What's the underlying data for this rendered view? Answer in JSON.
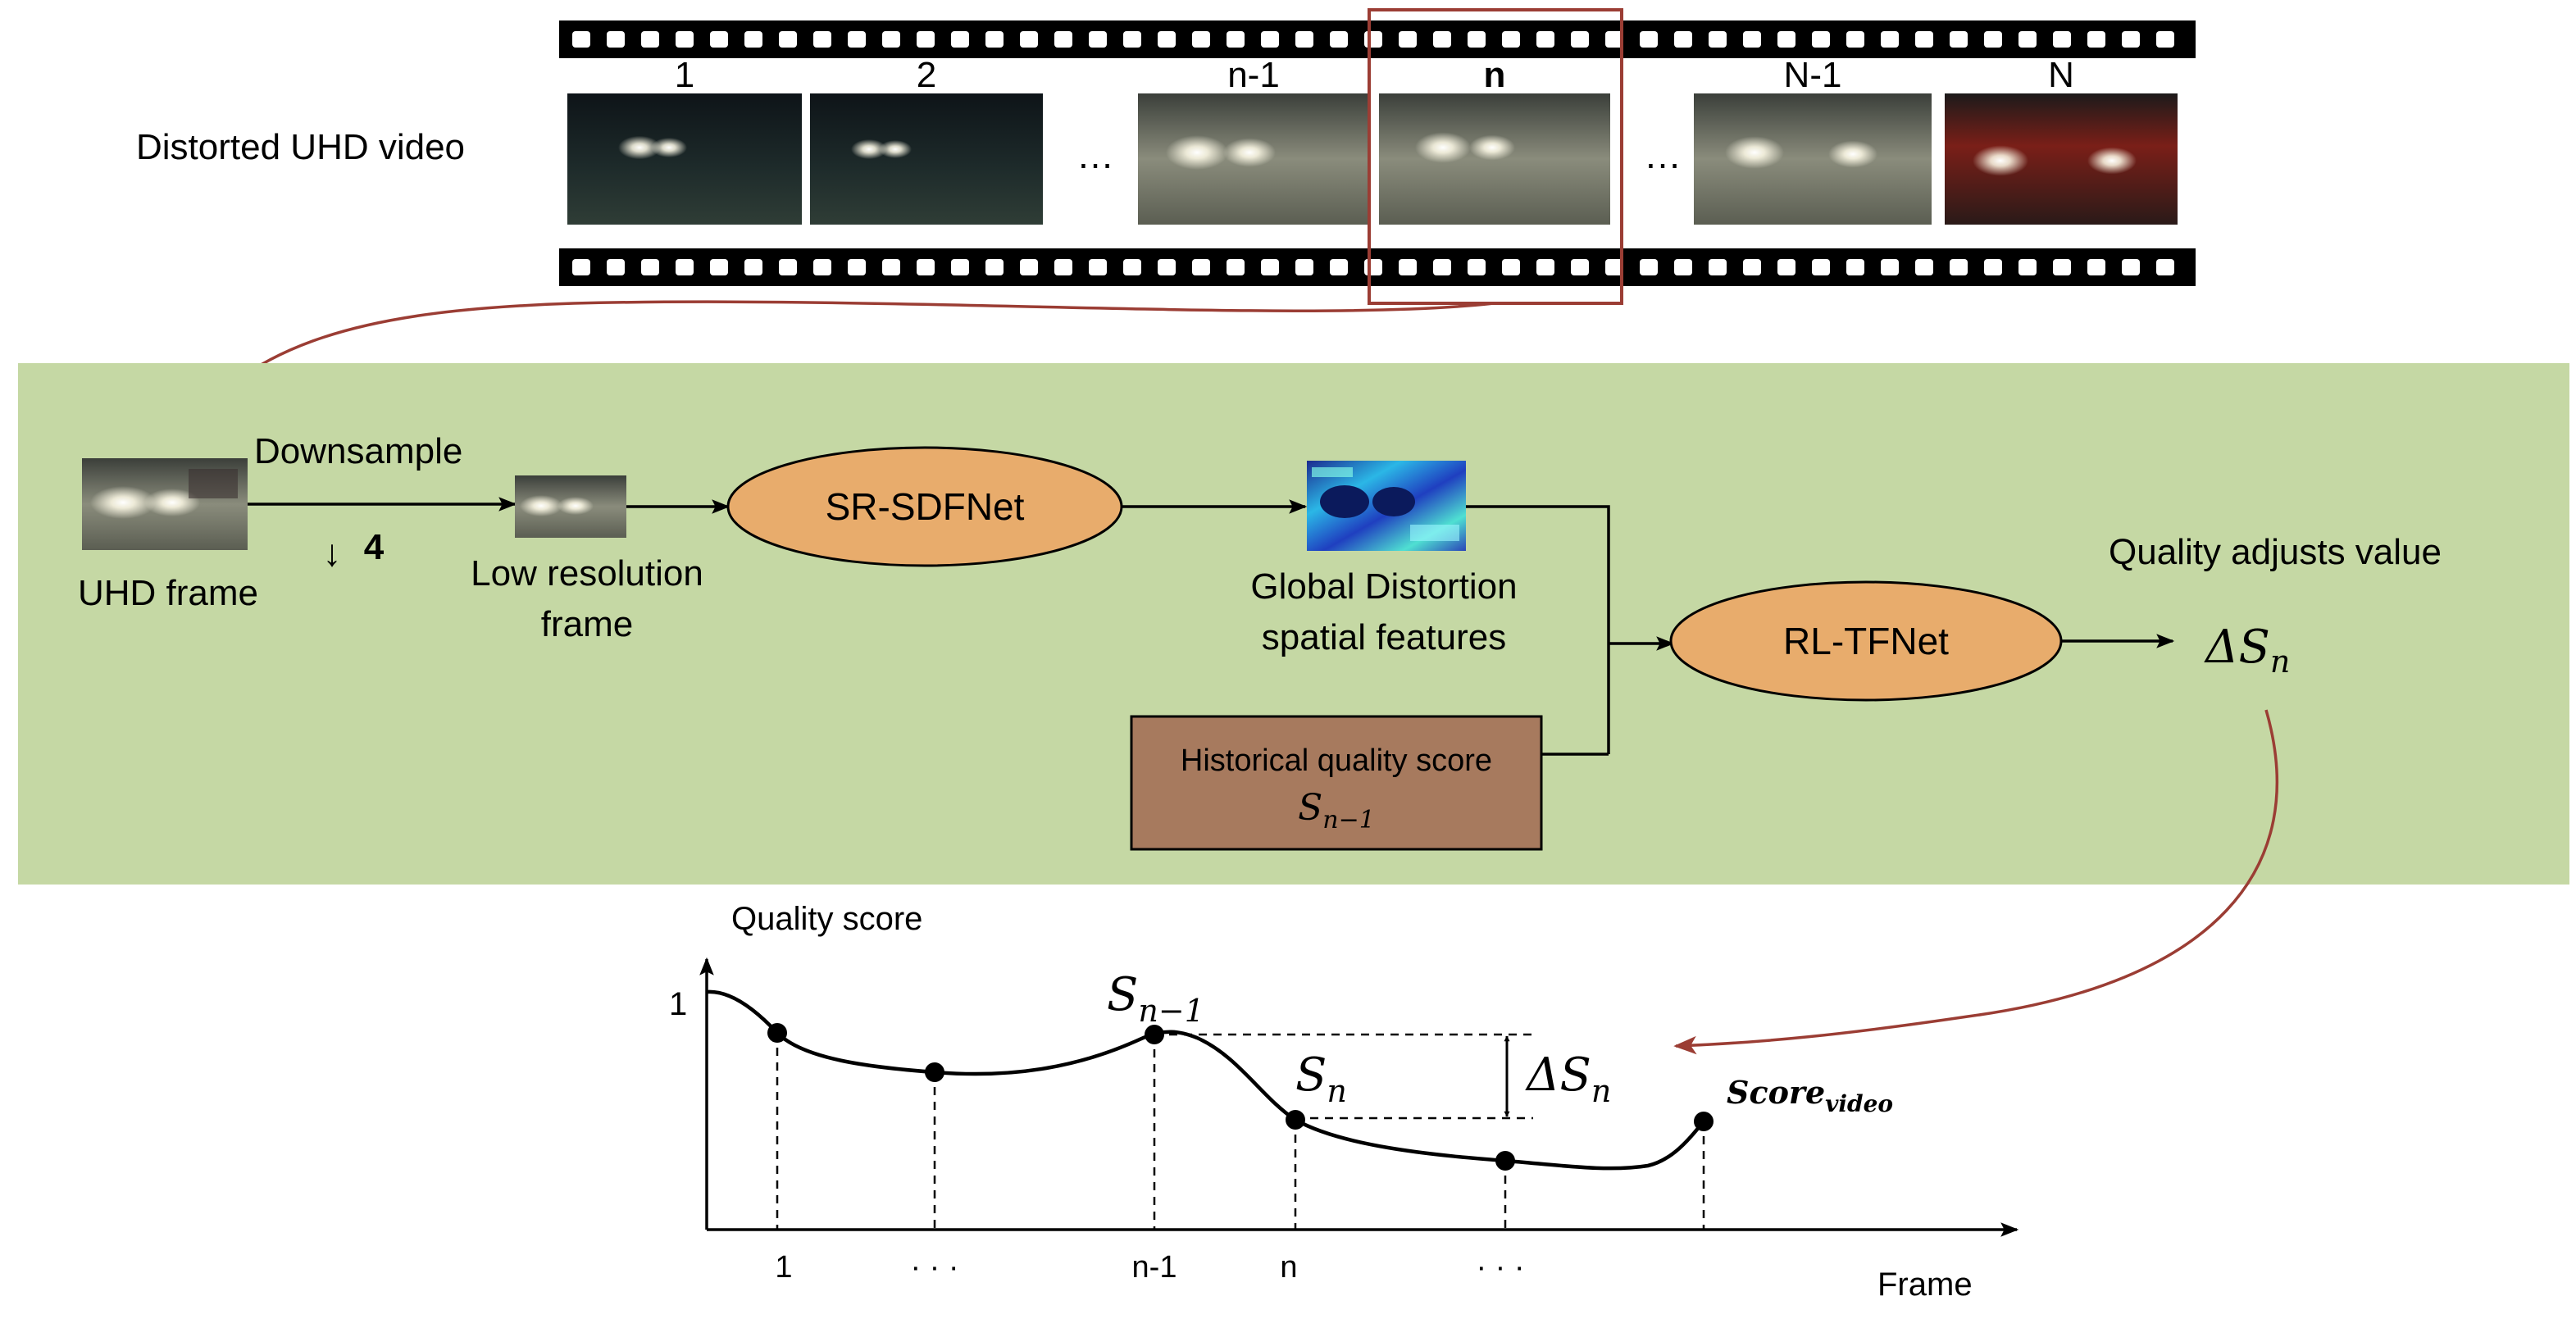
{
  "colors": {
    "panel_bg": "#c5d8a4",
    "module_fill": "#e8ac6c",
    "history_fill": "#a77a5e",
    "frame_highlight": "#9b3d34",
    "arrow_red": "#9b3d34",
    "film": "#000000"
  },
  "filmstrip": {
    "label": "Distorted UHD video",
    "frames": [
      {
        "label": "1",
        "bold": false
      },
      {
        "label": "2",
        "bold": false
      },
      {
        "label": "n-1",
        "bold": false
      },
      {
        "label": "n",
        "bold": true
      },
      {
        "label": "N-1",
        "bold": false
      },
      {
        "label": "N",
        "bold": false
      }
    ],
    "ellipsis": "…"
  },
  "pipeline": {
    "uhd_frame_label": "UHD frame",
    "downsample_label": "Downsample",
    "downsample_factor": "4",
    "downsample_arrow": "↓",
    "low_res_label_line1": "Low resolution",
    "low_res_label_line2": "frame",
    "sr_module": "SR-SDFNet",
    "features_label_line1": "Global Distortion",
    "features_label_line2": "spatial  features",
    "rl_module": "RL-TFNet",
    "history_label": "Historical quality score",
    "history_symbol_base": "S",
    "history_symbol_sub": "n−1",
    "adjust_label": "Quality adjusts value",
    "adjust_symbol": "ΔS",
    "adjust_sub": "n"
  },
  "plot": {
    "ylabel": "Quality score",
    "xlabel": "Frame",
    "y_tick": "1",
    "x_ticks": [
      "1",
      "· · ·",
      "n-1",
      "n",
      "· · ·"
    ],
    "s_prev_base": "S",
    "s_prev_sub": "n−1",
    "s_n_base": "S",
    "s_n_sub": "n",
    "delta_base": "ΔS",
    "delta_sub": "n",
    "score_base": "Score",
    "score_sub": "video"
  }
}
